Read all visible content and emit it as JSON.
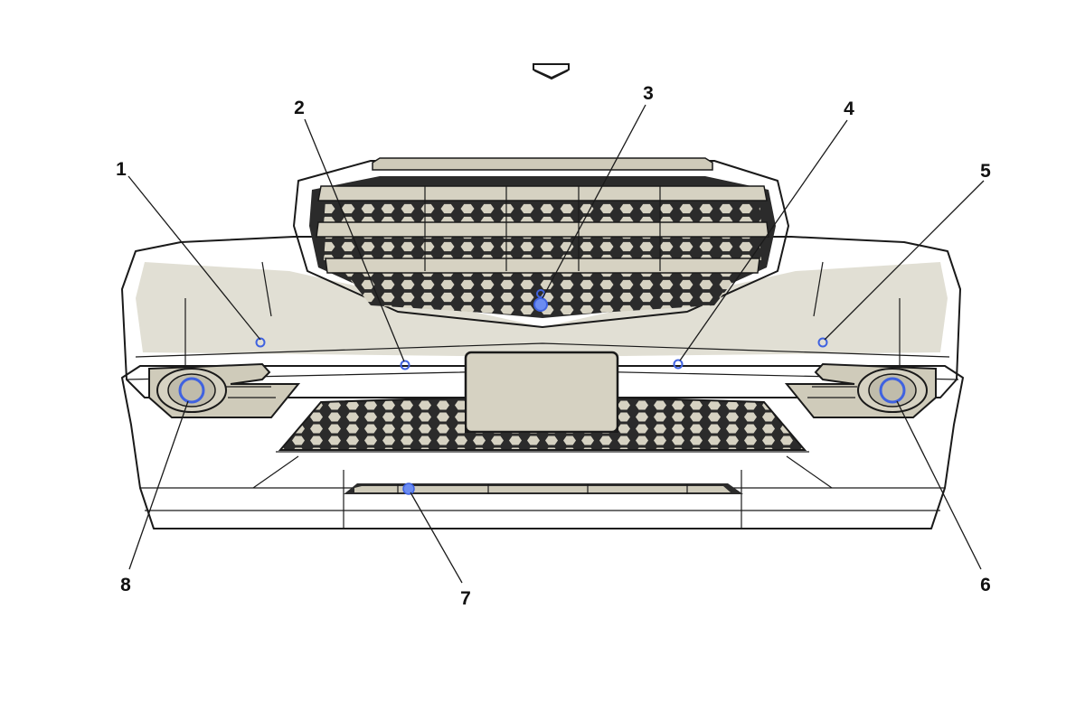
{
  "colors": {
    "body_fill": "#d6d2c2",
    "shade_fill": "#c9c5b4",
    "grille_dark": "#2b2b2b",
    "marker": "#6b8cf2",
    "marker_stroke": "#3f62e0",
    "line": "#1a1a1a"
  },
  "icons": {
    "view_direction": "view-direction-arrow-icon"
  },
  "callouts": [
    {
      "label": "1"
    },
    {
      "label": "2"
    },
    {
      "label": "3"
    },
    {
      "label": "4"
    },
    {
      "label": "5"
    },
    {
      "label": "6"
    },
    {
      "label": "7"
    },
    {
      "label": "8"
    }
  ]
}
